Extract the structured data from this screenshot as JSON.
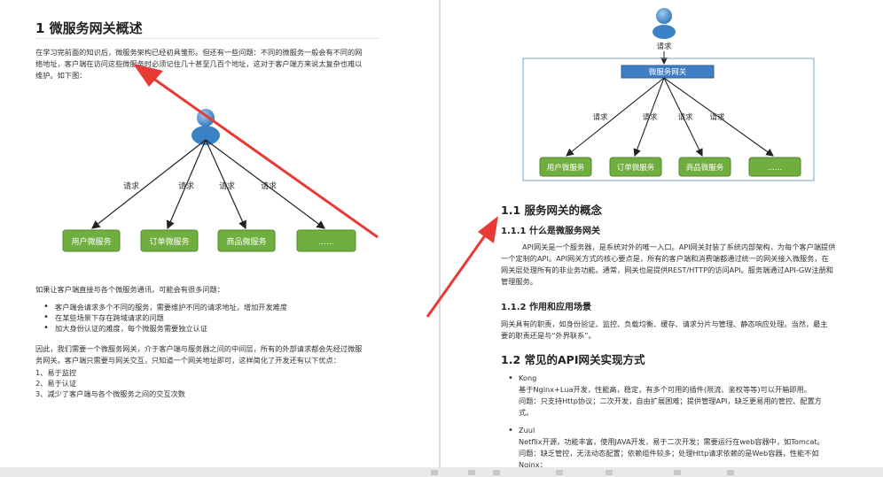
{
  "left": {
    "title": "1 微服务网关概述",
    "intro_lines": [
      "在学习完前面的知识后，微服务架构已经初具雏形。但还有一些问题：不同的微服务一般会有不同的网",
      "络地址，客户端在访问这些微服务时必须记住几十甚至几百个地址，这对于客户端方来说太复杂也难以",
      "维护。如下图："
    ],
    "diagram": {
      "edge_label": "请求",
      "services": [
        "用户微服务",
        "订单微服务",
        "商品微服务",
        "......"
      ]
    },
    "problem_intro": "如果让客户端直接与各个微服务通讯，可能会有很多问题：",
    "problems": [
      "客户端会请求多个不同的服务，需要维护不同的请求地址，增加开发难度",
      "在某些场景下存在跨域请求的问题",
      "加大身份认证的难度，每个微服务需要独立认证"
    ],
    "conclusion_lines": [
      "因此，我们需要一个微服务网关，介于客户端与服务器之间的中间层，所有的外部请求都会先经过微服",
      "务网关。客户端只需要与网关交互，只知道一个网关地址即可，这样简化了开发还有以下优点："
    ],
    "advantages": [
      "1、易于监控",
      "2、易于认证",
      "3、减少了客户端与各个微服务之间的交互次数"
    ]
  },
  "right": {
    "diagram": {
      "request_label": "请求",
      "gateway_label": "微服务网关",
      "edge_label": "请求",
      "services": [
        "用户微服务",
        "订单微服务",
        "商品微服务",
        "......"
      ]
    },
    "sec1_title": "1.1 服务网关的概念",
    "sub1_title": "1.1.1 什么是微服务网关",
    "sub1_lines": [
      "API网关是一个服务器，是系统对外的唯一入口。API网关封装了系统内部架构，为每个客户端提供",
      "一个定制的API。API网关方式的核心要点是，所有的客户端和消费端都通过统一的网关接入微服务，在",
      "网关层处理所有的非业务功能。通常，网关也是提供REST/HTTP的访问API。服务端通过API-GW注册和",
      "管理服务。"
    ],
    "sub2_title": "1.1.2 作用和应用场景",
    "sub2_lines": [
      "网关具有的职责，如身份验证、监控、负载均衡、缓存、请求分片与管理、静态响应处理。当然，最主",
      "要的职责还是与“外界联系”。"
    ],
    "sec2_title": "1.2 常见的API网关实现方式",
    "impls": [
      {
        "name": "Kong",
        "lines": [
          "基于Nginx+Lua开发，性能高，稳定，有多个可用的插件(限流、鉴权等等)可以开箱即用。",
          "问题：只支持Http协议；二次开发，自由扩展困难；提供管理API，缺乏更易用的管控、配置方",
          "式。"
        ]
      },
      {
        "name": "Zuul",
        "lines": [
          "Netflix开源，功能丰富，使用JAVA开发，易于二次开发；需要运行在web容器中，如Tomcat。",
          "问题：缺乏管控，无法动态配置；依赖组件较多；处理Http请求依赖的是Web容器，性能不如",
          "Nginx；"
        ]
      }
    ]
  },
  "colors": {
    "service_fill": "#6fae3f",
    "gateway_fill": "#3f7fc6",
    "annotation_arrow": "#e83a35",
    "user_icon": "#3b82c4"
  }
}
